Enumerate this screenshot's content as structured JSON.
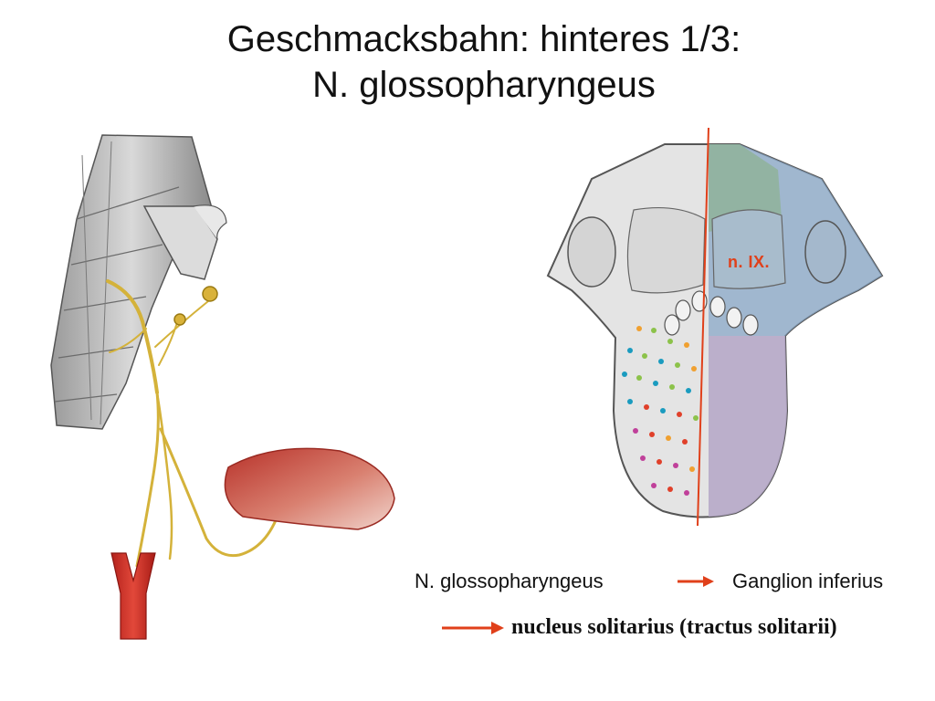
{
  "title": {
    "line1": "Geschmacksbahn: hinteres 1/3:",
    "line2": "N. glossopharyngeus"
  },
  "tongue_label": "n. IX.",
  "pathway": {
    "step1": "N. glossopharyngeus",
    "step2": "Ganglion inferius",
    "step3": "nucleus solitarius (tractus solitarii)"
  },
  "colors": {
    "arrow": "#e0401a",
    "nerve": "#d4b23a",
    "tongue_green": "#8fb39a",
    "tongue_blue": "#8aa8c8",
    "tongue_violet": "#b6a8c8",
    "midline": "#e0401a"
  }
}
